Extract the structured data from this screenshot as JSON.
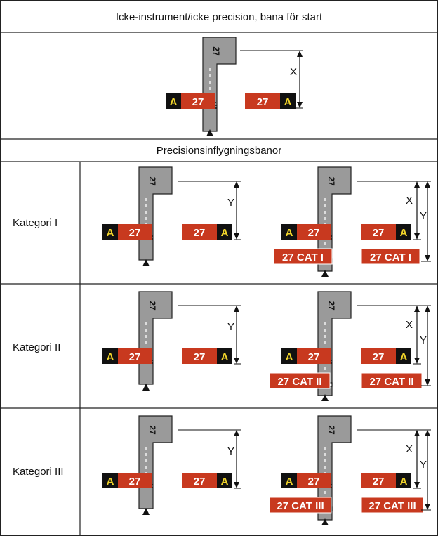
{
  "header_nonprecision": "Icke-instrument/icke precision, bana för start",
  "header_precision": "Precisionsinflygningsbanor",
  "categories": [
    {
      "label": "Kategori I",
      "cat_sign": "27 CAT I"
    },
    {
      "label": "Kategori II",
      "cat_sign": "27 CAT II"
    },
    {
      "label": "Kategori III",
      "cat_sign": "27 CAT III"
    }
  ],
  "runway_designator": "27",
  "taxiway_letter": "A",
  "dimension_x": "X",
  "dimension_y": "Y",
  "colors": {
    "sign_red": "#c8391f",
    "sign_black": "#111111",
    "sign_yellow": "#f2d52a",
    "runway_gray": "#9a9a9a"
  }
}
